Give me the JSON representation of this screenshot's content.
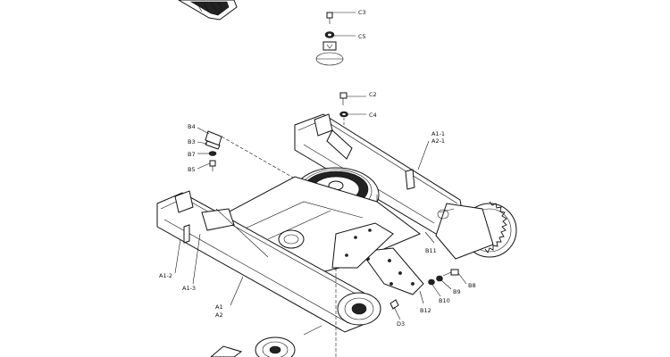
{
  "callouts": {
    "c3": "C3",
    "c5": "C5",
    "c2": "C2",
    "c4": "C4",
    "b4": "B4",
    "b3": "B3",
    "b7": "B7",
    "b5": "B5",
    "a1_1": "A1-1",
    "a2_1": "A2-1",
    "b11": "B11",
    "b8": "B8",
    "b9": "B9",
    "b10": "B10",
    "b12": "B12",
    "d3": "D3",
    "a1_2": "A1-2",
    "a1_3": "A1-3",
    "a1": "A1",
    "a2": "A2"
  }
}
